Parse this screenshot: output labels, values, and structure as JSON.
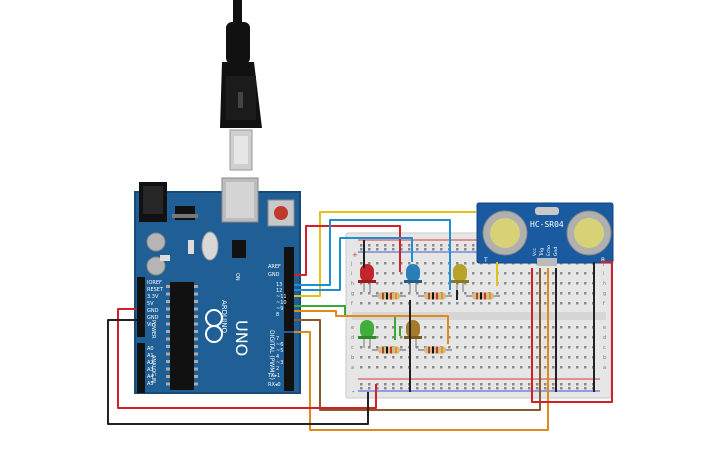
{
  "colors": {
    "board": "#1f5f96",
    "board_edge": "#174b78",
    "breadboard": "#e6e6e6",
    "sensor": "#1a5aa0",
    "wire_red": "#d0202a",
    "wire_black": "#222222",
    "wire_yellow": "#e2c21a",
    "wire_blue": "#1e8fd6",
    "wire_green": "#3aa832",
    "wire_orange": "#e08a1c",
    "wire_brown": "#8a5a2e"
  },
  "arduino": {
    "model_label": "UNO",
    "brand_label": "ARDUINO",
    "digital_label": "DIGITAL (PWM~)",
    "power_label": "POWER",
    "analog_label": "ANALOG IN",
    "tx_label": "TX▸1",
    "rx_label": "RX◂0",
    "on_label": "ON",
    "aref_label": "AREF",
    "gnd_label": "GND",
    "pin_labels": [
      "13",
      "12",
      "~11",
      "~10",
      "~9",
      "8",
      "7",
      "~6",
      "~5",
      "4",
      "~3",
      "2"
    ],
    "power_pins": [
      "IOREF",
      "RESET",
      "3.3V",
      "5V",
      "GND",
      "GND",
      "Vin"
    ],
    "analog_pins": [
      "A0",
      "A1",
      "A2",
      "A3",
      "A4",
      "A5"
    ]
  },
  "sensor": {
    "model": "HC-SR04",
    "pins": [
      "Vcc",
      "Trig",
      "Echo",
      "Gnd"
    ],
    "left_mark": "T",
    "right_mark": "R"
  },
  "breadboard": {
    "row_letters": [
      "j",
      "i",
      "h",
      "g",
      "f",
      "e",
      "d",
      "c",
      "b",
      "a"
    ],
    "column_marks": [
      "1",
      "5",
      "10",
      "15",
      "20",
      "25",
      "30"
    ],
    "plus": "+",
    "minus": "-"
  },
  "leds": [
    {
      "name": "red",
      "color": "#c4252b"
    },
    {
      "name": "blue",
      "color": "#2a7fb8"
    },
    {
      "name": "olive",
      "color": "#b8a22a"
    },
    {
      "name": "green",
      "color": "#3fae3a"
    },
    {
      "name": "brown",
      "color": "#a57b2a"
    }
  ]
}
